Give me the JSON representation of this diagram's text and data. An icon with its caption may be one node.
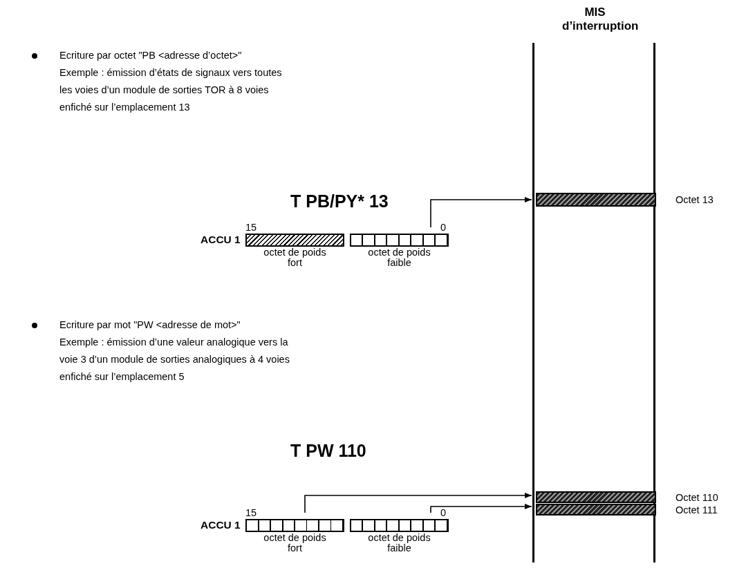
{
  "diagram": {
    "nodes": [
      {
        "text": [
          "MIS d’interruption"
        ]
      },
      {
        "text": [],
        "shape": "bar",
        "in": 0,
        "beside": [
          "Octet 13"
        ]
      },
      {
        "text": [],
        "shape": "bar",
        "in": 0,
        "beside": [
          "Octet 110"
        ]
      },
      {
        "text": [],
        "shape": "bar",
        "in": 0,
        "beside": [
          "Octet 111"
        ]
      },
      {
        "text": [],
        "shape": "box",
        "beside": [
          "15",
          "octet de poids fort"
        ]
      },
      {
        "text": [],
        "shape": "box",
        "beside": [
          "0",
          "octet de poids faible"
        ]
      },
      {
        "text": [],
        "shape": "box",
        "beside": [
          "15",
          "octet de poids fort"
        ]
      },
      {
        "text": [],
        "shape": "box",
        "beside": [
          "0",
          "octet de poids faible"
        ]
      }
    ],
    "edges": [
      {
        "from": 5,
        "to": 1,
        "arrow": "to"
      },
      {
        "from": 6,
        "to": 2,
        "arrow": "to"
      },
      {
        "from": 7,
        "to": 3,
        "arrow": "to"
      }
    ],
    "labels": [
      "Ecriture par octet \"PB <adresse d’octet>\"",
      "Exemple : émission d’états de signaux vers toutes les voies d’un module de sorties TOR à 8 voies enfiché sur l’emplacement 13",
      "T PB/PY* 13",
      "ACCU 1",
      "Ecriture par mot \"PW <adresse de mot>\"",
      "Exemple : émission d’une valeur analogique vers la voie 3 d’un module de sorties analogiques à 4 voies enfiché sur l’emplacement 5",
      "T PW 110",
      "ACCU 1"
    ]
  }
}
